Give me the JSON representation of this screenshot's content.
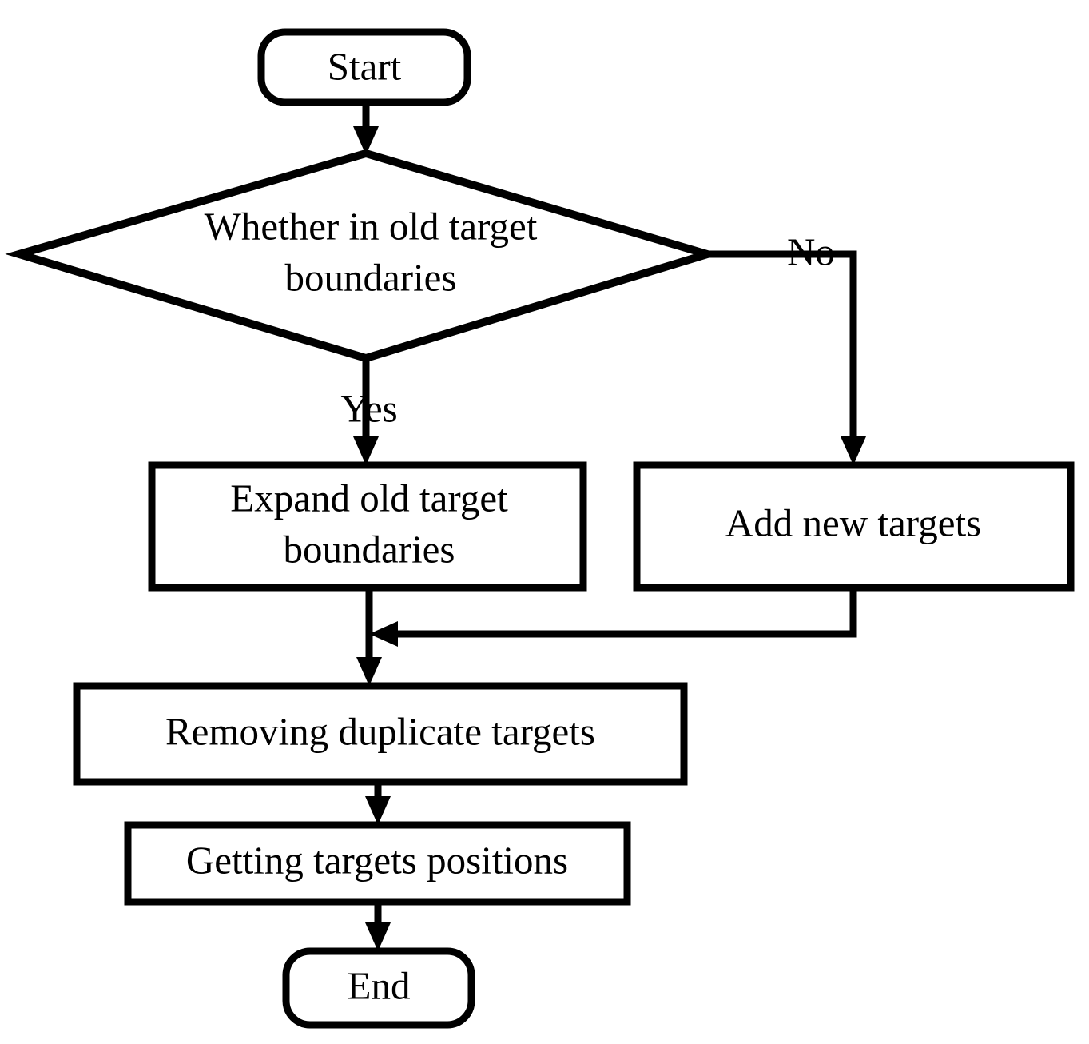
{
  "diagram": {
    "type": "flowchart",
    "title": "Target boundary update flowchart",
    "orientation": "top-to-bottom",
    "background_color": "#ffffff",
    "line_color": "#000000",
    "text_color": "#000000",
    "nodes": [
      {
        "id": "start",
        "shape": "terminator",
        "label": "Start"
      },
      {
        "id": "decision",
        "shape": "decision",
        "label_line1": "Whether in old target",
        "label_line2": "boundaries"
      },
      {
        "id": "expand",
        "shape": "process",
        "label_line1": "Expand old target",
        "label_line2": "boundaries"
      },
      {
        "id": "add",
        "shape": "process",
        "label": "Add new targets"
      },
      {
        "id": "remove",
        "shape": "process",
        "label": "Removing duplicate targets"
      },
      {
        "id": "getting",
        "shape": "process",
        "label": "Getting targets positions"
      },
      {
        "id": "end",
        "shape": "terminator",
        "label": "End"
      }
    ],
    "edges": [
      {
        "from": "start",
        "to": "decision",
        "label": ""
      },
      {
        "from": "decision",
        "to": "expand",
        "label": "Yes"
      },
      {
        "from": "decision",
        "to": "add",
        "label": "No"
      },
      {
        "from": "expand",
        "to": "remove",
        "label": ""
      },
      {
        "from": "add",
        "to": "remove",
        "label": ""
      },
      {
        "from": "remove",
        "to": "getting",
        "label": ""
      },
      {
        "from": "getting",
        "to": "end",
        "label": ""
      }
    ]
  }
}
